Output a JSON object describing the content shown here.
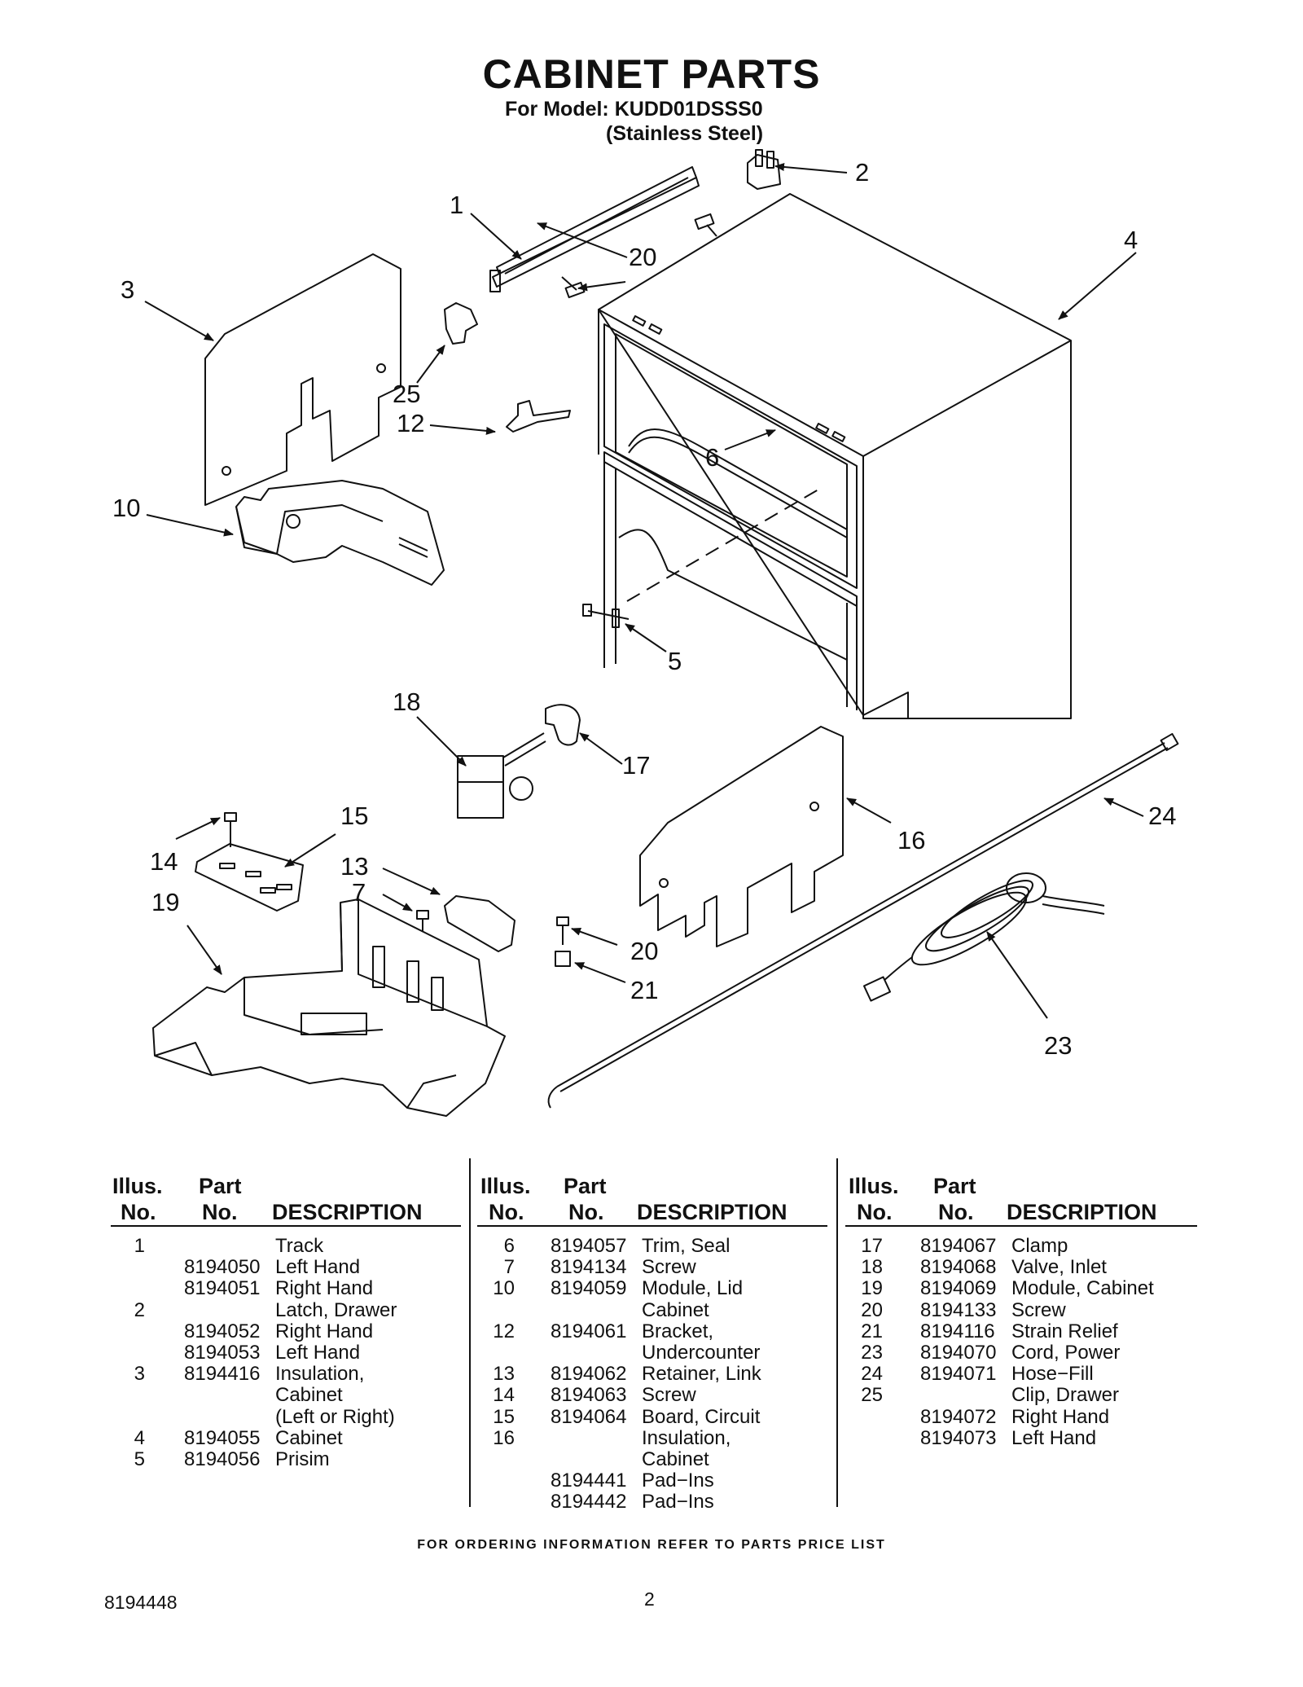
{
  "header": {
    "title": "CABINET PARTS",
    "model_line": "For Model: KUDD01DSSS0",
    "finish_line": "(Stainless Steel)"
  },
  "callouts": [
    "1",
    "2",
    "3",
    "4",
    "5",
    "6",
    "7",
    "10",
    "12",
    "13",
    "14",
    "15",
    "16",
    "17",
    "18",
    "19",
    "20",
    "20",
    "21",
    "23",
    "24",
    "25"
  ],
  "table": {
    "headers": {
      "illus_top": "Illus.",
      "illus_bottom": "No.",
      "part_top": "Part",
      "part_bottom": "No.",
      "description": "DESCRIPTION"
    },
    "columns": [
      {
        "rows": [
          {
            "illus": "1",
            "part": "",
            "desc": "Track"
          },
          {
            "illus": "",
            "part": "8194050",
            "desc": "Left Hand"
          },
          {
            "illus": "",
            "part": "8194051",
            "desc": "Right Hand"
          },
          {
            "illus": "2",
            "part": "",
            "desc": "Latch, Drawer"
          },
          {
            "illus": "",
            "part": "8194052",
            "desc": "Right Hand"
          },
          {
            "illus": "",
            "part": "8194053",
            "desc": "Left Hand"
          },
          {
            "illus": "3",
            "part": "8194416",
            "desc": "Insulation,"
          },
          {
            "illus": "",
            "part": "",
            "desc": "Cabinet"
          },
          {
            "illus": "",
            "part": "",
            "desc": "(Left or Right)"
          },
          {
            "illus": "4",
            "part": "8194055",
            "desc": "Cabinet"
          },
          {
            "illus": "5",
            "part": "8194056",
            "desc": "Prisim"
          }
        ]
      },
      {
        "rows": [
          {
            "illus": "6",
            "part": "8194057",
            "desc": "Trim, Seal"
          },
          {
            "illus": "7",
            "part": "8194134",
            "desc": "Screw"
          },
          {
            "illus": "10",
            "part": "8194059",
            "desc": "Module, Lid"
          },
          {
            "illus": "",
            "part": "",
            "desc": "Cabinet"
          },
          {
            "illus": "12",
            "part": "8194061",
            "desc": "Bracket,"
          },
          {
            "illus": "",
            "part": "",
            "desc": "Undercounter"
          },
          {
            "illus": "13",
            "part": "8194062",
            "desc": "Retainer, Link"
          },
          {
            "illus": "14",
            "part": "8194063",
            "desc": "Screw"
          },
          {
            "illus": "15",
            "part": "8194064",
            "desc": "Board, Circuit"
          },
          {
            "illus": "16",
            "part": "",
            "desc": "Insulation,"
          },
          {
            "illus": "",
            "part": "",
            "desc": "Cabinet"
          },
          {
            "illus": "",
            "part": "8194441",
            "desc": "Pad−Ins"
          },
          {
            "illus": "",
            "part": "8194442",
            "desc": "Pad−Ins"
          }
        ]
      },
      {
        "rows": [
          {
            "illus": "17",
            "part": "8194067",
            "desc": "Clamp"
          },
          {
            "illus": "18",
            "part": "8194068",
            "desc": "Valve, Inlet"
          },
          {
            "illus": "19",
            "part": "8194069",
            "desc": "Module, Cabinet"
          },
          {
            "illus": "20",
            "part": "8194133",
            "desc": "Screw"
          },
          {
            "illus": "21",
            "part": "8194116",
            "desc": "Strain Relief"
          },
          {
            "illus": "23",
            "part": "8194070",
            "desc": "Cord, Power"
          },
          {
            "illus": "24",
            "part": "8194071",
            "desc": "Hose−Fill"
          },
          {
            "illus": "25",
            "part": "",
            "desc": "Clip, Drawer"
          },
          {
            "illus": "",
            "part": "8194072",
            "desc": "Right Hand"
          },
          {
            "illus": "",
            "part": "8194073",
            "desc": "Left Hand"
          }
        ]
      }
    ]
  },
  "footer": {
    "ordering_note": "FOR ORDERING INFORMATION REFER TO PARTS PRICE LIST",
    "doc_number": "8194448",
    "page_number": "2"
  }
}
